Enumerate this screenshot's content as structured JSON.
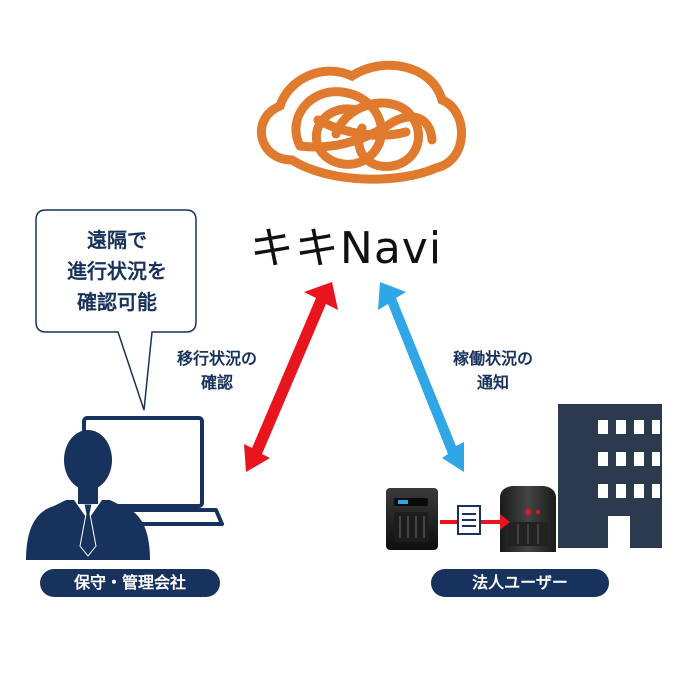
{
  "logo": {
    "text": "キキNavi",
    "color": "#e07a2e"
  },
  "bubble": {
    "lines": [
      "遠隔で",
      "進行状況を",
      "確認可能"
    ]
  },
  "left_arrow": {
    "label_lines": [
      "移行状況の",
      "確認"
    ],
    "color": "#e8141e"
  },
  "right_arrow": {
    "label_lines": [
      "稼働状況の",
      "通知"
    ],
    "color": "#2fa6e6"
  },
  "left_actor": {
    "label": "保守・管理会社"
  },
  "right_actor": {
    "label": "法人ユーザー"
  },
  "colors": {
    "navy": "#17325c",
    "building": "#2b3a4d"
  }
}
